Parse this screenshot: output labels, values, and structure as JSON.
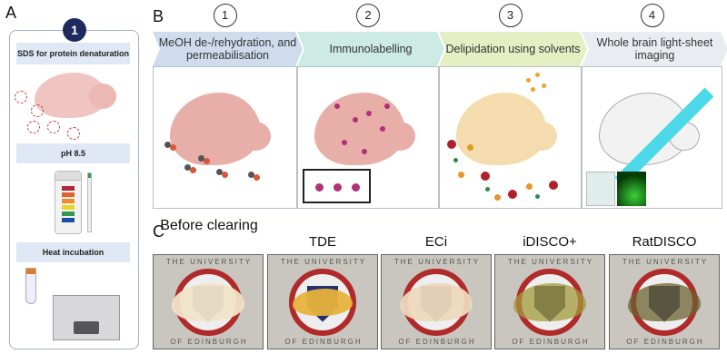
{
  "panel_a": {
    "label": "A",
    "step_number": "1",
    "headers": [
      "SDS for protein denaturation",
      "pH 8.5",
      "Heat incubation"
    ],
    "ph_strip_colors": [
      "#b3263a",
      "#e0602e",
      "#ef8c2c",
      "#e8d42a",
      "#2f9a4c",
      "#1d4f9c"
    ]
  },
  "panel_b": {
    "label": "B",
    "steps": [
      {
        "number": "1",
        "title": "MeOH de-/rehydration, and permeabilisation",
        "color": "#cfdcee"
      },
      {
        "number": "2",
        "title": "Immunolabelling",
        "color": "#cdeae4"
      },
      {
        "number": "3",
        "title": "Delipidation using solvents",
        "color": "#e4efc4"
      },
      {
        "number": "4",
        "title": "Whole brain light-sheet imaging",
        "color": "#e9edf2"
      }
    ]
  },
  "panel_c": {
    "label": "C",
    "samples": [
      {
        "title": "Before clearing",
        "color": "#efe3c8"
      },
      {
        "title": "TDE",
        "color": "#e7b23c"
      },
      {
        "title": "ECi",
        "color": "#ecd8bc"
      },
      {
        "title": "iDISCO+",
        "color": "#a39a3a"
      },
      {
        "title": "RatDISCO",
        "color": "#6b6230"
      }
    ],
    "crest_text_top": "THE UNIVERSITY",
    "crest_text_bottom": "OF EDINBURGH"
  }
}
